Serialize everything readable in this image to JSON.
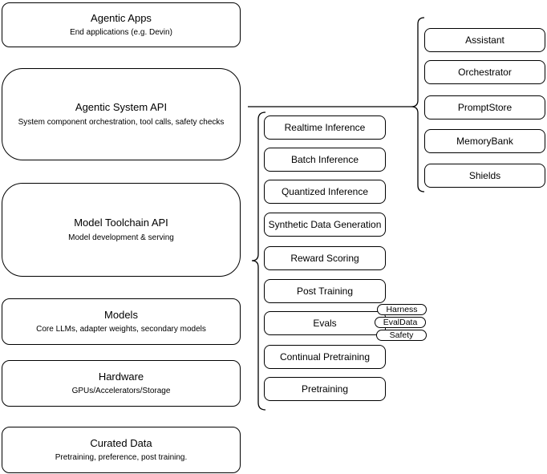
{
  "colors": {
    "stroke": "#000000",
    "background": "#ffffff",
    "text": "#000000"
  },
  "stack": [
    {
      "title": "Agentic Apps",
      "subtitle": "End applications (e.g. Devin)"
    },
    {
      "title": "Agentic System API",
      "subtitle": "System component orchestration, tool calls, safety checks"
    },
    {
      "title": "Model Toolchain API",
      "subtitle": "Model development & serving"
    },
    {
      "title": "Models",
      "subtitle": "Core LLMs, adapter weights, secondary models"
    },
    {
      "title": "Hardware",
      "subtitle": "GPUs/Accelerators/Storage"
    },
    {
      "title": "Curated Data",
      "subtitle": "Pretraining, preference, post training."
    }
  ],
  "toolchain": {
    "items": [
      "Realtime Inference",
      "Batch Inference",
      "Quantized Inference",
      "Synthetic Data Generation",
      "Reward Scoring",
      "Post Training",
      "Evals",
      "Continual Pretraining",
      "Pretraining"
    ]
  },
  "eval_tags": [
    "Harness",
    "EvalData",
    "Safety"
  ],
  "system_components": [
    "Assistant",
    "Orchestrator",
    "PromptStore",
    "MemoryBank",
    "Shields"
  ]
}
